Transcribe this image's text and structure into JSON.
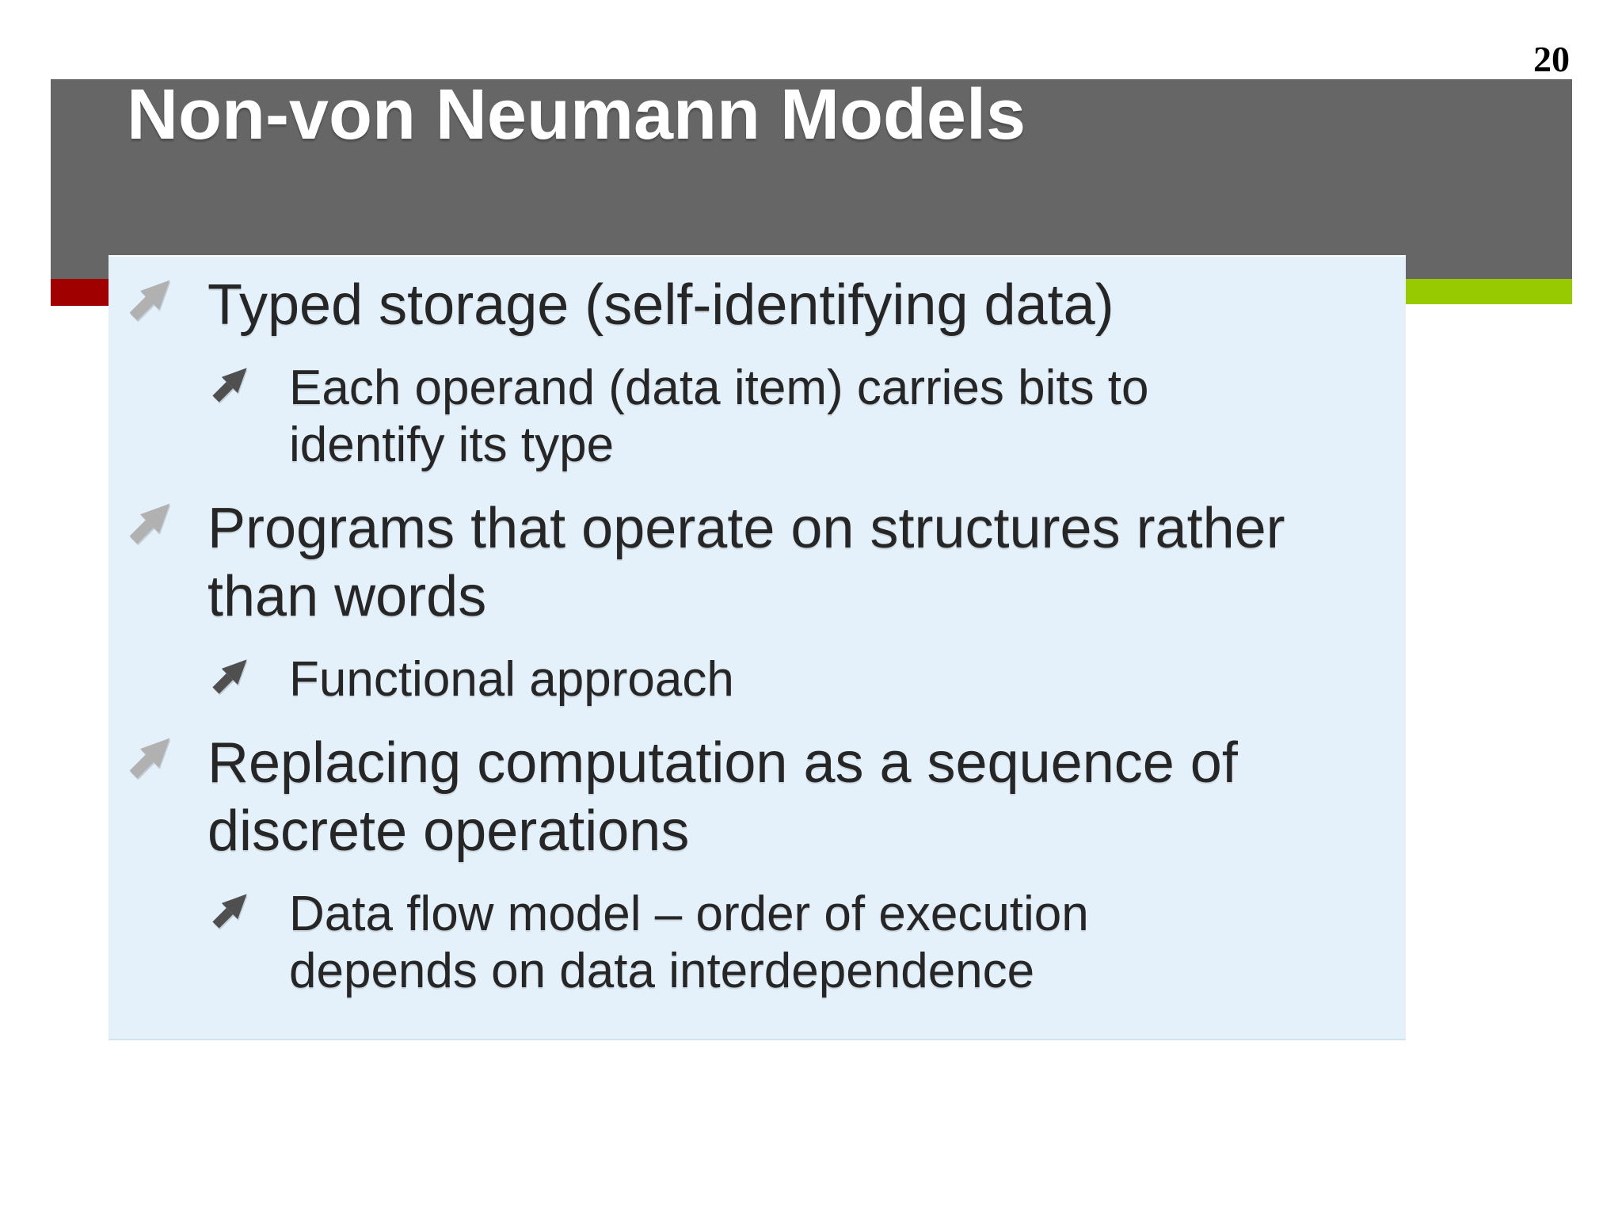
{
  "page_number": "20",
  "slide": {
    "title": "Non-von Neumann Models"
  },
  "bullets": [
    {
      "level": 1,
      "text": "Typed storage (self-identifying data)"
    },
    {
      "level": 2,
      "text": "Each operand (data item) carries bits to\nidentify its type"
    },
    {
      "level": 1,
      "text": "Programs that operate on structures rather\nthan words"
    },
    {
      "level": 2,
      "text": "Functional approach"
    },
    {
      "level": 1,
      "text": "Replacing computation as a sequence of\ndiscrete operations"
    },
    {
      "level": 2,
      "text": "Data flow model – order of execution\ndepends on data interdependence"
    }
  ],
  "icons": {
    "bullet_level1": "ne-arrow-icon",
    "bullet_level2": "ne-arrow-icon"
  },
  "colors": {
    "header_bar": "#666666",
    "title_text": "#ffffff",
    "red_accent": "#a00000",
    "green_accent": "#97ca00",
    "content_panel": "#e4f1fb",
    "body_text": "#262626",
    "level1_arrow": "#b1b1b1",
    "level2_arrow": "#4f4f4f",
    "page_number_text": "#000000"
  }
}
